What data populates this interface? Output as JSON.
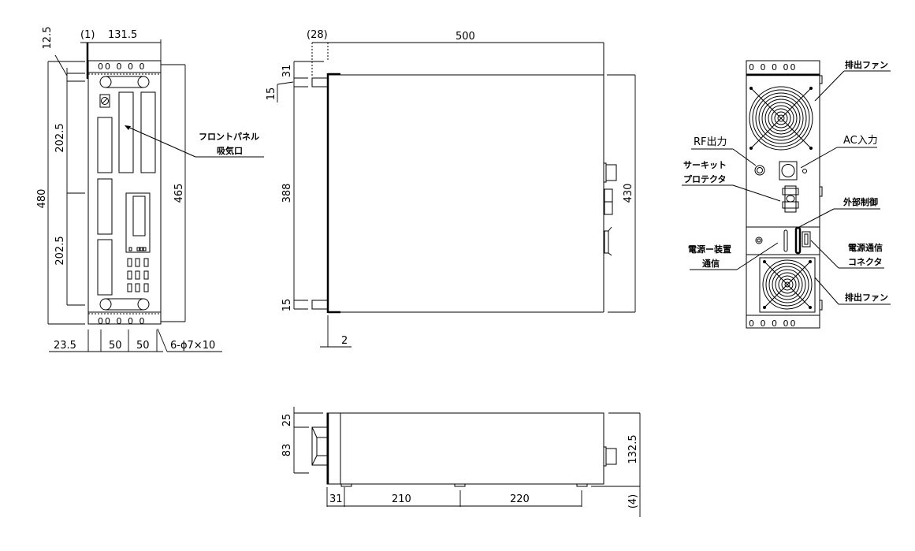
{
  "drawing": {
    "front_view": {
      "dims": {
        "top_offset": "(1)",
        "width": "131.5",
        "top_margin": "12.5",
        "upper_pitch": "202.5",
        "lower_pitch": "202.5",
        "total_height": "480",
        "mount_height": "465",
        "left_offset": "23.5",
        "hole_pitch_1": "50",
        "hole_pitch_2": "50",
        "mount_holes": "6-ϕ7×10"
      },
      "hole_row": "00  0 0  0",
      "labels": {
        "front_panel_line1": "フロントパネル",
        "front_panel_line2": "吸気口"
      }
    },
    "side_view": {
      "dims": {
        "handle_depth": "(28)",
        "depth": "500",
        "top_handle": "31",
        "handle_height_top": "15",
        "handle_span": "388",
        "handle_height_bottom": "15",
        "height": "430",
        "panel_thickness": "2"
      }
    },
    "rear_view": {
      "hole_row": "0  0 0   00",
      "labels": {
        "exhaust_fan_top": "排出ファン",
        "rf_output": "RF出力",
        "ac_input": "AC入力",
        "circuit_protector_line1": "サーキット",
        "circuit_protector_line2": "プロテクタ",
        "external_control": "外部制御",
        "psu_device_comm_line1": "電源ー装置",
        "psu_device_comm_line2": "通信",
        "psu_comm_connector_line1": "電源通信",
        "psu_comm_connector_line2": "コネクタ",
        "exhaust_fan_bottom": "排出ファン"
      }
    },
    "bottom_view": {
      "dims": {
        "top_offset": "25",
        "handle_height": "83",
        "height": "132.5",
        "foot_offset": "31",
        "foot_pitch_1": "210",
        "foot_pitch_2": "220",
        "foot_height": "(4)"
      }
    }
  }
}
